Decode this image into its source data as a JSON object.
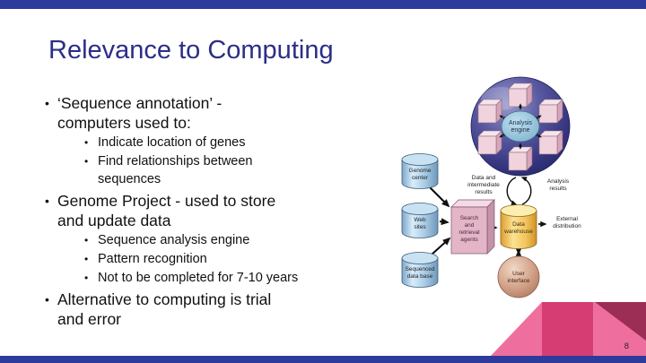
{
  "slide": {
    "title": "Relevance to Computing",
    "page_number": "8",
    "bullet_char": "•"
  },
  "content": {
    "items": [
      {
        "level": 1,
        "lines": [
          "‘Sequence annotation’ -",
          "computers used to:"
        ]
      },
      {
        "level": 2,
        "lines": [
          "Indicate location of genes"
        ]
      },
      {
        "level": 2,
        "lines": [
          "Find relationships between",
          "sequences"
        ]
      },
      {
        "level": 1,
        "lines": [
          "Genome Project - used to store",
          "and update data"
        ]
      },
      {
        "level": 2,
        "lines": [
          "Sequence analysis engine"
        ]
      },
      {
        "level": 2,
        "lines": [
          "Pattern recognition"
        ]
      },
      {
        "level": 2,
        "lines": [
          "Not to be completed for 7-10 years"
        ]
      },
      {
        "level": 1,
        "lines": [
          "Alternative to computing is trial",
          "and error"
        ]
      }
    ]
  },
  "diagram": {
    "analysis_engine": [
      "Analysis",
      "engine"
    ],
    "genome_center": [
      "Genome",
      "center"
    ],
    "web_sites": [
      "Web",
      "sites"
    ],
    "sequenced_database": [
      "Sequenced",
      "data base"
    ],
    "search_agents": [
      "Search",
      "and",
      "retrieval",
      "agents"
    ],
    "data_warehouse": [
      "Data",
      "warehouse"
    ],
    "external_distribution": [
      "External",
      "distribution"
    ],
    "user_interface": [
      "User",
      "interface"
    ],
    "data_intermediate_results": [
      "Data and",
      "intermediate",
      "results"
    ],
    "analysis_results": [
      "Analysis",
      "results"
    ]
  },
  "colors": {
    "bar_navy": "#2c3b9c",
    "title_navy": "#2b2e87",
    "pink_light": "#ee6f9d",
    "pink_dark": "#d63d72",
    "maroon": "#9c2d55",
    "sphere_blue": "#3a3a84",
    "cube_pink": "#f2d6e0",
    "cylinder_blue": "#a8cce6",
    "warehouse_yellow": "#f3c55e",
    "user_tan": "#cf9d85"
  }
}
